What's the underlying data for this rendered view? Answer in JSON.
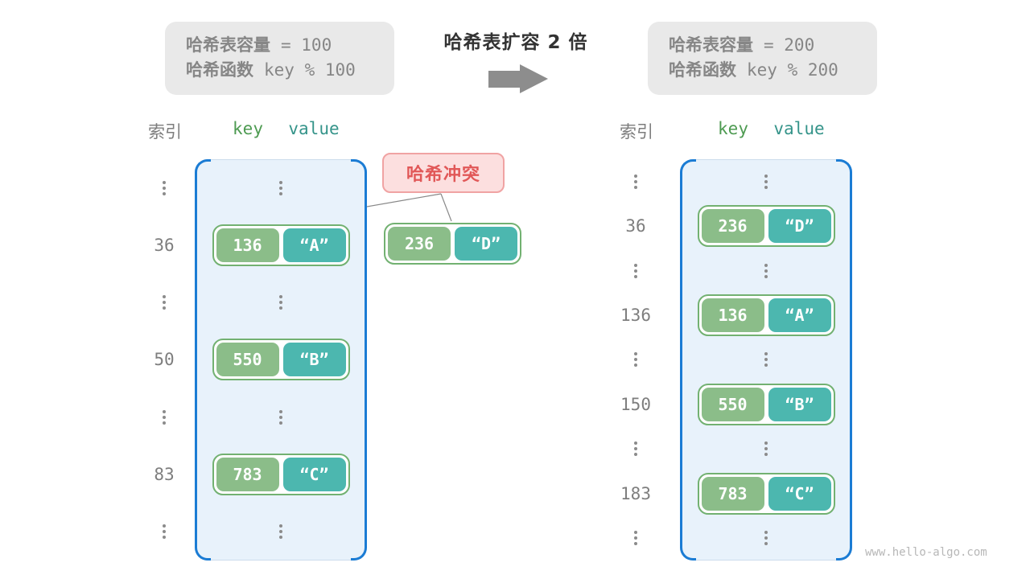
{
  "center": {
    "title": "哈希表扩容 2 倍"
  },
  "left_info": {
    "capacity_label": "哈希表容量",
    "capacity_value": "= 100",
    "hash_label": "哈希函数",
    "hash_value": "key % 100"
  },
  "right_info": {
    "capacity_label": "哈希表容量",
    "capacity_value": "= 200",
    "hash_label": "哈希函数",
    "hash_value": "key % 200"
  },
  "collision": {
    "label": "哈希冲突"
  },
  "external_pair": {
    "key": "236",
    "value": "“D”"
  },
  "left_table": {
    "index_header": "索引",
    "key_header": "key",
    "value_header": "value",
    "rows": [
      {
        "type": "dots"
      },
      {
        "type": "pair",
        "index": "36",
        "key": "136",
        "value": "“A”"
      },
      {
        "type": "dots"
      },
      {
        "type": "pair",
        "index": "50",
        "key": "550",
        "value": "“B”"
      },
      {
        "type": "dots"
      },
      {
        "type": "pair",
        "index": "83",
        "key": "783",
        "value": "“C”"
      },
      {
        "type": "dots"
      }
    ]
  },
  "right_table": {
    "index_header": "索引",
    "key_header": "key",
    "value_header": "value",
    "rows": [
      {
        "type": "dots"
      },
      {
        "type": "pair",
        "index": "36",
        "key": "236",
        "value": "“D”"
      },
      {
        "type": "dots"
      },
      {
        "type": "pair",
        "index": "136",
        "key": "136",
        "value": "“A”"
      },
      {
        "type": "dots"
      },
      {
        "type": "pair",
        "index": "150",
        "key": "550",
        "value": "“B”"
      },
      {
        "type": "dots"
      },
      {
        "type": "pair",
        "index": "183",
        "key": "783",
        "value": "“C”"
      },
      {
        "type": "dots"
      }
    ]
  },
  "watermark": "www.hello-algo.com",
  "colors": {
    "key_cell": "#8bbd89",
    "value_cell": "#4cb7af",
    "pair_border": "#72b171",
    "bucket_border": "#1b7cd4",
    "bucket_fill": "#e8f2fb",
    "collision_text": "#e15858",
    "collision_fill": "#fcdfdf",
    "info_box_fill": "#e9e9e9",
    "key_header_text": "#4e9b52",
    "value_header_text": "#35948a",
    "muted_text": "#7e7e7e"
  }
}
